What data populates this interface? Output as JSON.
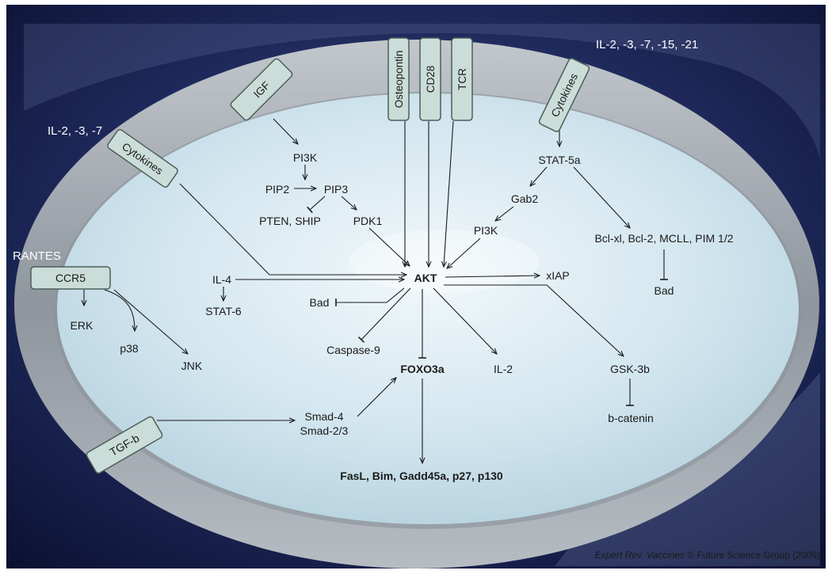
{
  "external_labels": {
    "il_cyto_top": "IL-2, -3, -7, -15, -21",
    "il_cyto_left": "IL-2, -3, -7",
    "rantes": "RANTES"
  },
  "receptors": {
    "igf": "IGF",
    "cytokines_left": "Cytokines",
    "osteopontin": "Osteopontin",
    "cd28": "CD28",
    "tcr": "TCR",
    "cytokines_right": "Cytokines",
    "ccr5": "CCR5",
    "tgfb": "TGF-b"
  },
  "nodes": {
    "pi3k_top": "PI3K",
    "pip2": "PIP2",
    "pip3": "PIP3",
    "pten_ship": "PTEN, SHIP",
    "pdk1": "PDK1",
    "stat5a": "STAT-5a",
    "gab2": "Gab2",
    "pi3k_right": "PI3K",
    "bcl": "Bcl-xl, Bcl-2, MCLL, PIM 1/2",
    "bad_right": "Bad",
    "akt": "AKT",
    "il4": "IL-4",
    "stat6": "STAT-6",
    "bad_left": "Bad",
    "xiap": "xIAP",
    "erk": "ERK",
    "p38": "p38",
    "jnk": "JNK",
    "caspase9": "Caspase-9",
    "foxo3a": "FOXO3a",
    "il2": "IL-2",
    "gsk3b": "GSK-3b",
    "smad4": "Smad-4",
    "smad23": "Smad-2/3",
    "b_catenin": "b-catenin",
    "targets": "FasL, Bim, Gadd45a, p27, p130"
  },
  "credit": {
    "journal": "Expert Rev. Vaccines",
    "rest": " © Future Science Group (2009)"
  },
  "colors": {
    "background_dark": "#0d1335",
    "background_light": "#5a6a9a",
    "outer_ring": "#9aa1aa",
    "cell_interior": "#cfe4ee",
    "receptor_fill": "#cbddd8",
    "receptor_stroke": "#4d5e5a"
  }
}
